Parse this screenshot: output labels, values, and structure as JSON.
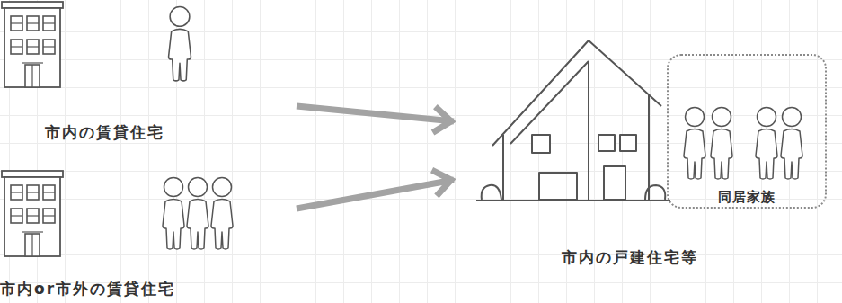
{
  "diagram": {
    "nodes": [
      {
        "text": [
          "市内の賃貸住宅"
        ]
      },
      {
        "text": [
          "市内or市外の賃貸住宅"
        ]
      },
      {
        "text": [
          "市内の戸建住宅等"
        ]
      },
      {
        "text": [
          "同居家族"
        ]
      }
    ],
    "edges": [
      {
        "from": 0,
        "to": 2,
        "arrow": "to"
      },
      {
        "from": 1,
        "to": 2,
        "arrow": "to"
      }
    ]
  }
}
